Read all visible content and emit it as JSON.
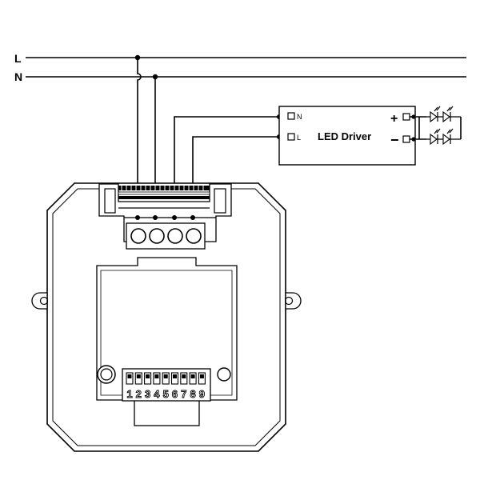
{
  "lines": {
    "line_label": "L",
    "neutral_label": "N"
  },
  "driver": {
    "title": "LED Driver",
    "in_n": "N",
    "in_l": "L",
    "plus": "+",
    "minus": "−"
  },
  "dip_switch": {
    "numbers": [
      "1",
      "2",
      "3",
      "4",
      "5",
      "6",
      "7",
      "8",
      "9"
    ]
  },
  "colors": {
    "stroke": "#000000",
    "background": "#ffffff"
  }
}
